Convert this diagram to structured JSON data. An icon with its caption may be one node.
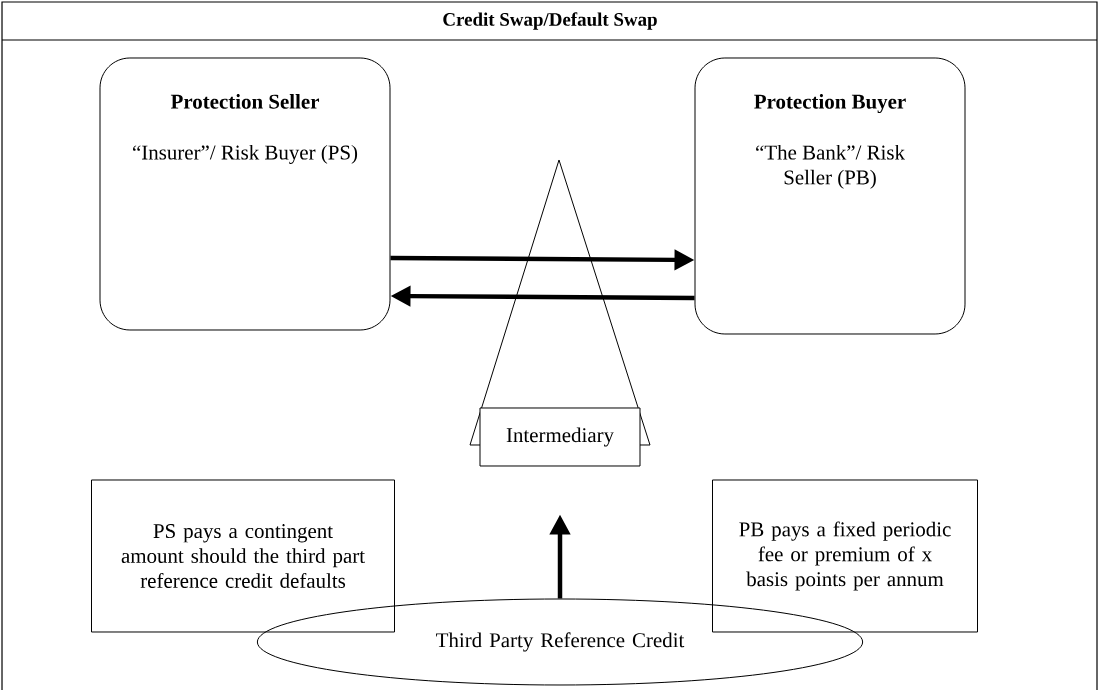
{
  "diagram": {
    "title": "Credit Swap/Default Swap",
    "nodes": [
      {
        "text": [
          "Protection Seller",
          "“Insurer”/ Risk Buyer (PS)"
        ]
      },
      {
        "text": [
          "Protection Buyer",
          "“The Bank”/ Risk Seller (PB)"
        ]
      },
      {
        "text": [
          "Intermediary"
        ]
      },
      {
        "text": [
          "PS pays a contingent amount should the third part reference credit defaults"
        ]
      },
      {
        "text": [
          "PB pays a fixed periodic fee or premium of x basis points per annum"
        ]
      },
      {
        "text": [
          "Third Party Reference Credit"
        ]
      }
    ],
    "edges": [
      {
        "from": 0,
        "to": 1,
        "arrow": "to"
      },
      {
        "from": 1,
        "to": 0,
        "arrow": "to"
      },
      {
        "from": 5,
        "to": 2,
        "arrow": "to"
      }
    ]
  }
}
